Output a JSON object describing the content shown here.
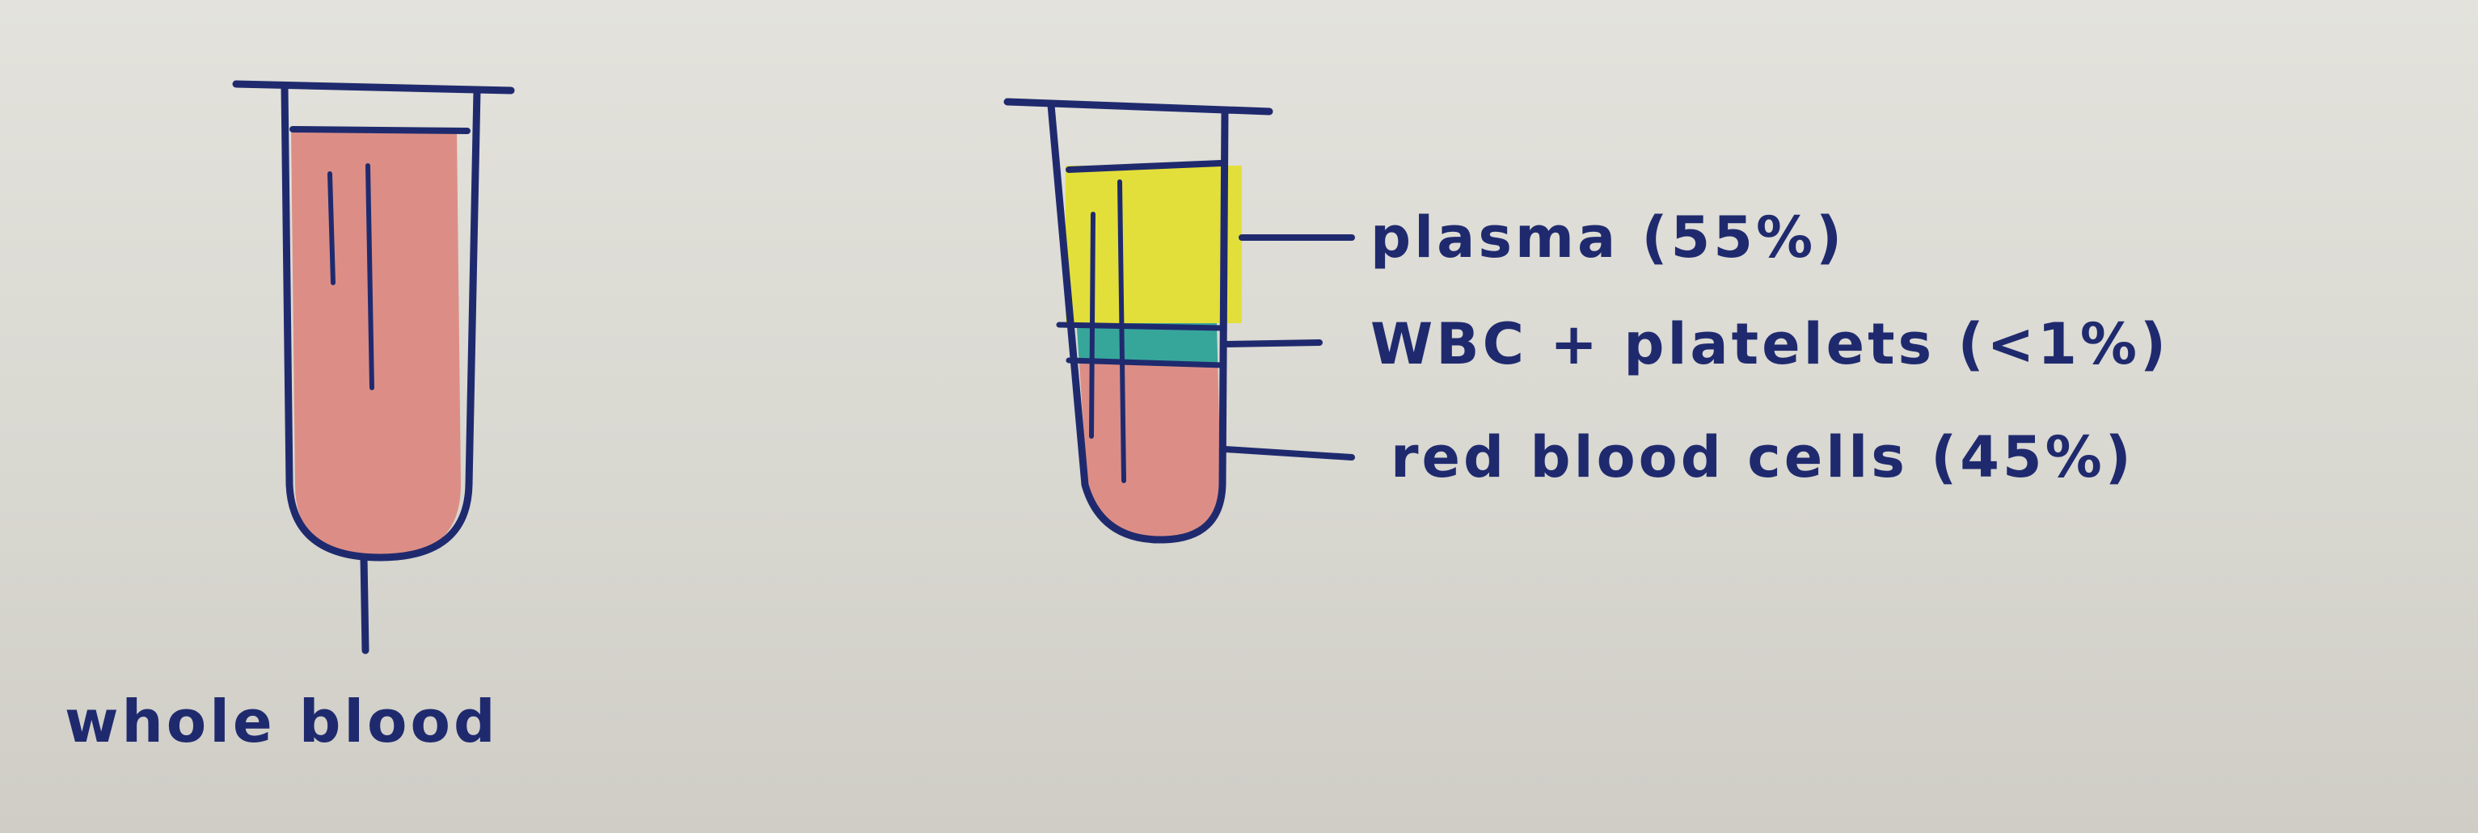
{
  "diagram": {
    "whole_blood_label": "whole blood",
    "layers": [
      {
        "label": "plasma (55%)",
        "color": "#e3df3a"
      },
      {
        "label": "WBC + platelets (<1%)",
        "color": "#37a69a"
      },
      {
        "label": "red blood cells (45%)",
        "color": "#dc8e86"
      }
    ],
    "colors": {
      "ink": "#1f2a6e",
      "paper": "#d9d8d2",
      "blood": "#dc8e86",
      "plasma": "#e3df3a",
      "buffy_coat": "#37a69a"
    }
  }
}
